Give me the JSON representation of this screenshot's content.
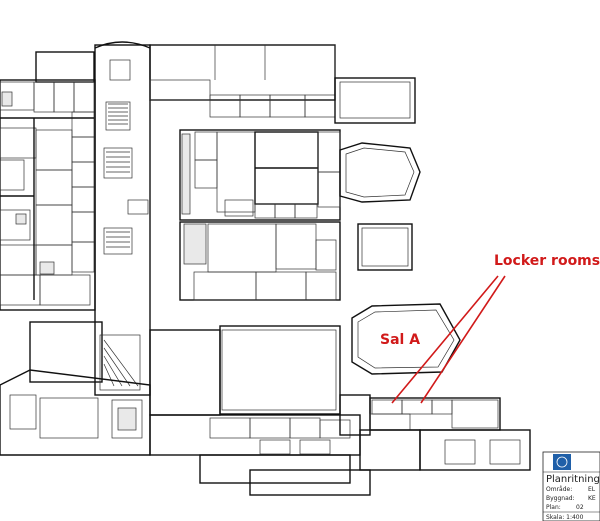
{
  "annotations": {
    "locker_rooms": "Locker rooms",
    "sal_a": "Sal A",
    "color": "#d11a1a"
  },
  "title_block": {
    "title": "Planritning",
    "rows": [
      {
        "label": "Område:",
        "value": "EL"
      },
      {
        "label": "Byggnad:",
        "value": "KE"
      },
      {
        "label": "Plan:",
        "value": "02"
      }
    ],
    "scale": "Skala: 1:400",
    "logo": "kth-logo"
  }
}
